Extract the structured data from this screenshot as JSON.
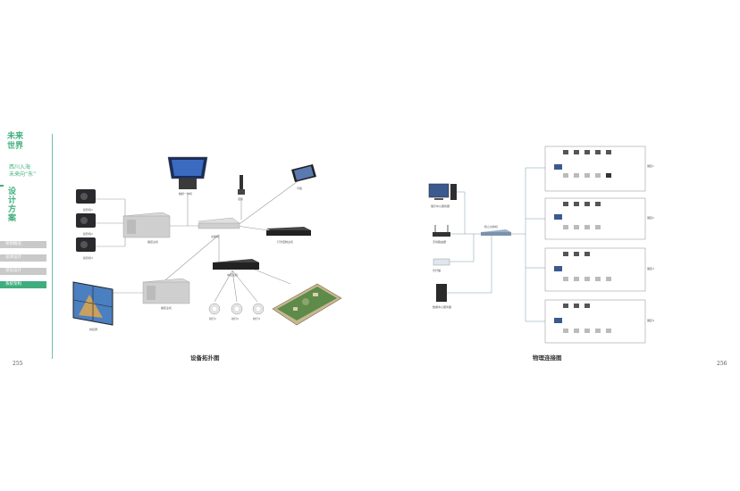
{
  "sidebar": {
    "logo_line1": "未来",
    "logo_line2": "世界",
    "slogan_line1": "西川入海",
    "slogan_line2": "未来向“东”",
    "section_title_1": "设",
    "section_title_2": "计",
    "section_title_3": "方",
    "section_title_4": "案",
    "nav": [
      {
        "label": "项目概况"
      },
      {
        "label": "总体设计"
      },
      {
        "label": "深化设计"
      },
      {
        "label": "系统架构"
      }
    ]
  },
  "pages": {
    "left_number": "255",
    "right_number": "256"
  },
  "left_diagram": {
    "caption": "设备拓扑图",
    "labels": {
      "proj1": "投影机1",
      "proj2": "投影机2",
      "proj3": "投影机3",
      "server1": "播控主机",
      "touch": "触摸一体机",
      "mic": "话筒",
      "tablet": "平板",
      "switch": "交换机",
      "mediaserver": "中控主机",
      "lighting": "灯光控制主机",
      "wall": "拼接屏",
      "server2": "播控主机",
      "lamp1": "射灯1",
      "lamp2": "射灯2",
      "lamp3": "射灯3"
    }
  },
  "right_diagram": {
    "caption": "物理连接图",
    "labels": {
      "pc": "展示中心服务器",
      "router": "无线路由器",
      "modem": "光纤猫",
      "tower": "数据中心服务器",
      "core_switch": "核心交换机",
      "zone1": "展区1",
      "zone2": "展区2",
      "zone3": "展区3",
      "zone4": "展区4"
    }
  }
}
